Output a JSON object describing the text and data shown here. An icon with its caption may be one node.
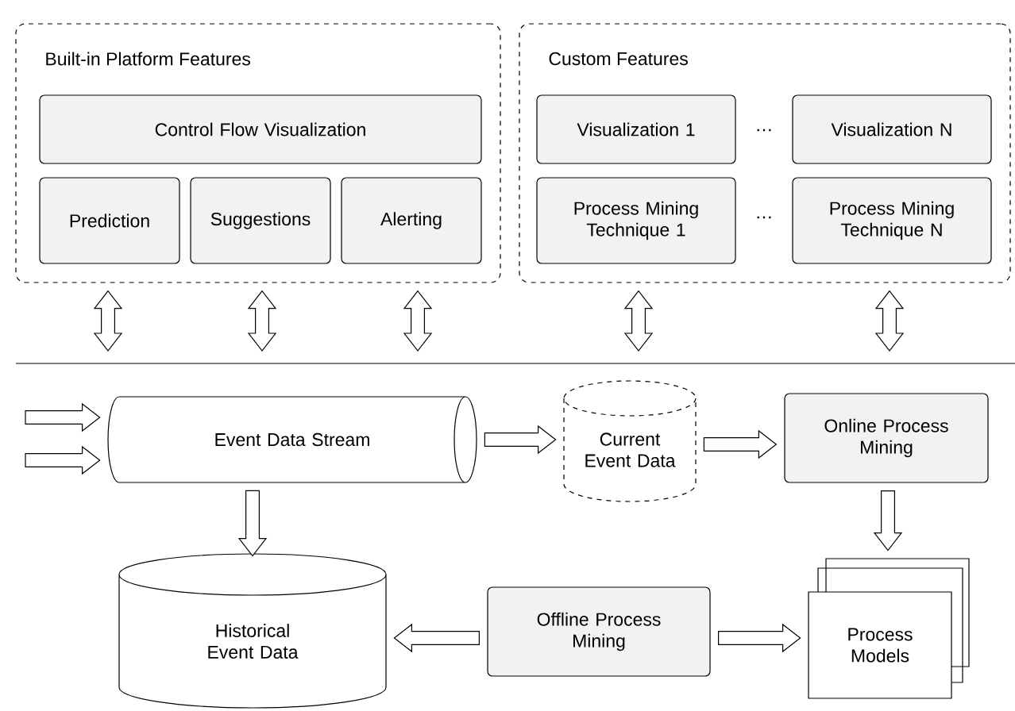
{
  "diagram": {
    "nodes": [
      {
        "text": [
          "Built-in Platform Features"
        ]
      },
      {
        "text": [
          "Control Flow Visualization"
        ],
        "in": 0
      },
      {
        "text": [
          "Prediction"
        ],
        "in": 0
      },
      {
        "text": [
          "Suggestions"
        ],
        "in": 0
      },
      {
        "text": [
          "Alerting"
        ],
        "in": 0
      },
      {
        "text": [
          "Custom Features"
        ]
      },
      {
        "text": [
          "Visualization 1"
        ],
        "in": 5
      },
      {
        "text": [
          "Visualization N"
        ],
        "in": 5
      },
      {
        "text": [
          "Process Mining Technique 1"
        ],
        "in": 5
      },
      {
        "text": [
          "Process Mining Technique N"
        ],
        "in": 5
      },
      {
        "text": [
          "Event Data Stream"
        ]
      },
      {
        "text": [
          "Current Event Data"
        ]
      },
      {
        "text": [
          "Online Process Mining"
        ]
      },
      {
        "text": [
          "Historical Event Data"
        ]
      },
      {
        "text": [
          "Offline Process Mining"
        ]
      },
      {
        "text": [
          "Process Models"
        ]
      }
    ],
    "edges": [
      {
        "from": null,
        "to": 10,
        "arrow": "to"
      },
      {
        "from": null,
        "to": 10,
        "arrow": "to"
      },
      {
        "from": 10,
        "to": 11,
        "arrow": "to"
      },
      {
        "from": 11,
        "to": 12,
        "arrow": "to"
      },
      {
        "from": 12,
        "to": 15,
        "arrow": "to"
      },
      {
        "from": 10,
        "to": 13,
        "arrow": "to"
      },
      {
        "from": 14,
        "to": 13,
        "arrow": "to"
      },
      {
        "from": 14,
        "to": 15,
        "arrow": "to"
      },
      {
        "from": 0,
        "to": null,
        "arrow": "both"
      },
      {
        "from": 0,
        "to": null,
        "arrow": "both"
      },
      {
        "from": 0,
        "to": null,
        "arrow": "both"
      },
      {
        "from": 5,
        "to": null,
        "arrow": "both"
      },
      {
        "from": 5,
        "to": null,
        "arrow": "both"
      }
    ],
    "labels": [
      "…",
      "…"
    ]
  }
}
